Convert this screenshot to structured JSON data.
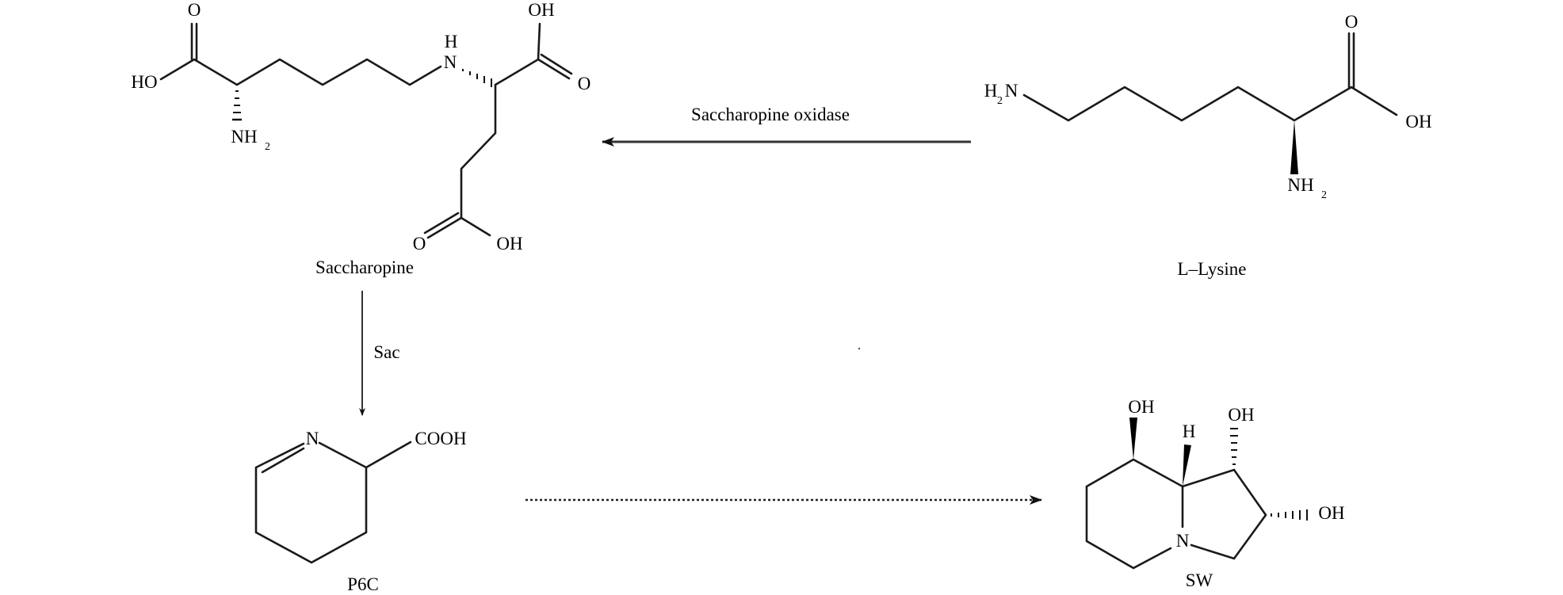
{
  "compounds": {
    "saccharopine": {
      "name": "Saccharopine",
      "atoms": {
        "o_top": "O",
        "ho_left": "HO",
        "nh": "NH",
        "nh_sub": "2",
        "n": "N",
        "h": "H",
        "oh_top": "OH",
        "o_right": "O",
        "o_bottom": "O",
        "oh_bottom": "OH"
      }
    },
    "lysine": {
      "name": "L–Lysine",
      "atoms": {
        "h2n_h": "H",
        "h2n_sub": "2",
        "h2n_n": "N",
        "o": "O",
        "oh": "OH",
        "nh": "NH",
        "nh_sub": "2"
      }
    },
    "p6c": {
      "name": "P6C",
      "atoms": {
        "n": "N",
        "cooh": "COOH"
      }
    },
    "sw": {
      "name": "SW",
      "atoms": {
        "oh8": "OH",
        "h": "H",
        "oh1": "OH",
        "oh2": "OH",
        "n": "N"
      }
    }
  },
  "reactions": {
    "lysine_to_saccharopine": "Saccharopine oxidase",
    "saccharopine_to_p6c": "Sac"
  }
}
